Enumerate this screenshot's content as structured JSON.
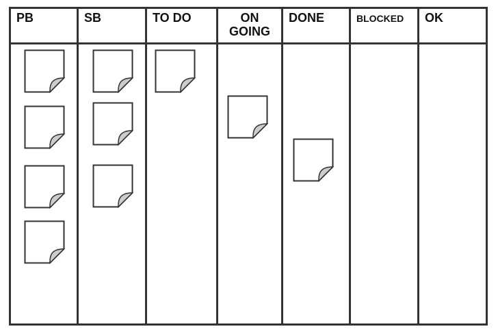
{
  "board": {
    "columns": [
      {
        "id": "pb",
        "label": "PB",
        "cards": 4
      },
      {
        "id": "sb",
        "label": "SB",
        "cards": 3
      },
      {
        "id": "todo",
        "label": "TO DO",
        "cards": 1
      },
      {
        "id": "ongoing",
        "label": "ON\nGOING",
        "cards": 1
      },
      {
        "id": "done",
        "label": "DONE",
        "cards": 1
      },
      {
        "id": "blocked",
        "label": "BLOCKED",
        "cards": 0
      },
      {
        "id": "ok",
        "label": "OK",
        "cards": 0
      }
    ]
  },
  "colors": {
    "line": "#333333",
    "note_fill": "#ffffff",
    "note_fold": "#cccccc"
  },
  "icons": {
    "card": "sticky-note-icon"
  }
}
